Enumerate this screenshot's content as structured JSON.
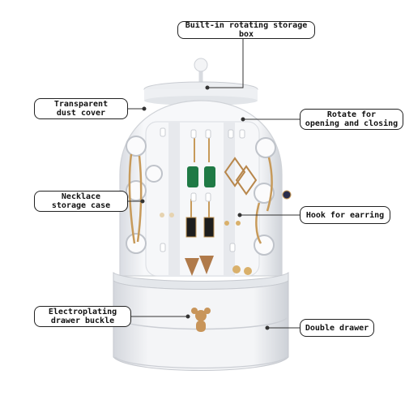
{
  "callouts": {
    "rotating_box": "Built-in rotating storage box",
    "dust_cover": "Transparent\ndust cover",
    "rotate": "Rotate for\nopening and closing",
    "necklace": "Necklace\nstorage case",
    "hook": "Hook for earring",
    "buckle": "Electroplating\ndrawer buckle",
    "drawer": "Double drawer"
  },
  "colors": {
    "body": "#f2f3f5",
    "shadow": "#c9ccd2",
    "gold": "#c79a5a",
    "green": "#1f7a45",
    "bronze": "#b07a4a"
  }
}
